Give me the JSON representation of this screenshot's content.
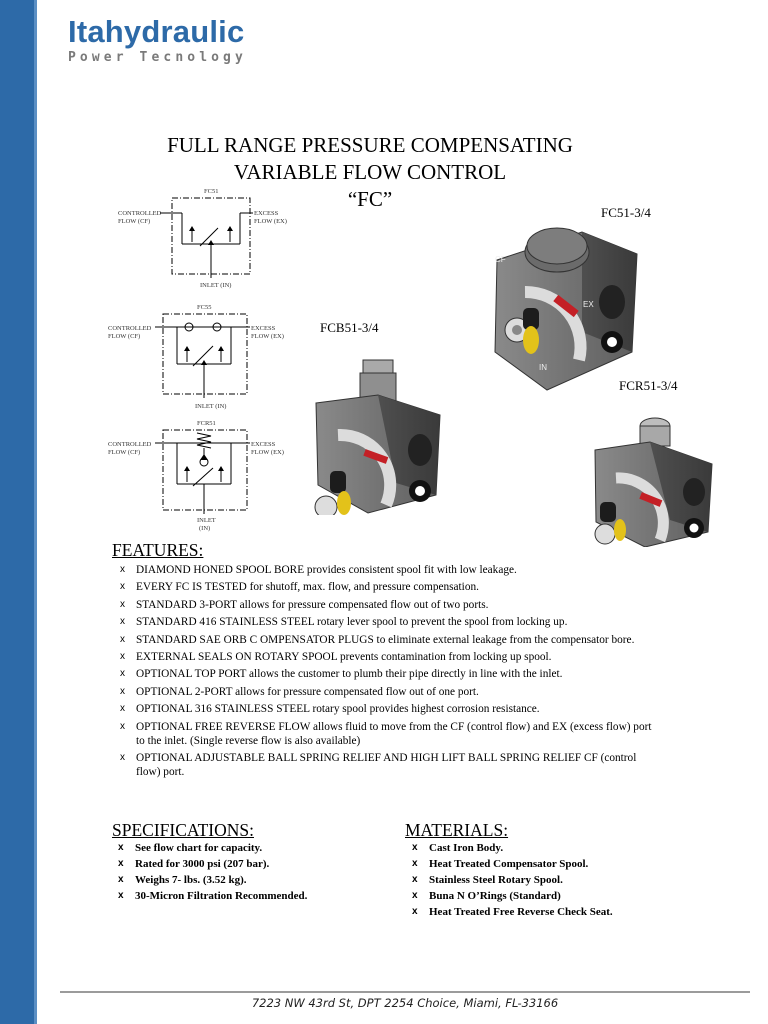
{
  "brand": {
    "name": "Itahydraulic",
    "tagline": "Power Tecnology",
    "color": "#2d6aa8"
  },
  "title": {
    "line1": "FULL RANGE PRESSURE COMPENSATING",
    "line2": "VARIABLE FLOW CONTROL",
    "line3": "“FC”"
  },
  "diagrams": [
    {
      "model": "FC51",
      "left_label_1": "CONTROLLED",
      "left_label_2": "FLOW (CF)",
      "right_label_1": "EXCESS",
      "right_label_2": "FLOW (EX)",
      "bottom_label": "INLET (IN)"
    },
    {
      "model": "FC55",
      "left_label_1": "CONTROLLED",
      "left_label_2": "FLOW (CF)",
      "right_label_1": "EXCESS",
      "right_label_2": "FLOW (EX)",
      "bottom_label": "INLET (IN)"
    },
    {
      "model": "FCR51",
      "left_label_1": "CONTROLLED",
      "left_label_2": "FLOW (CF)",
      "right_label_1": "EXCESS",
      "right_label_2": "FLOW (EX)",
      "bottom_label_1": "INLET",
      "bottom_label_2": "(IN)"
    }
  ],
  "products": {
    "fc": "FC51-3/4",
    "fcb": "FCB51-3/4",
    "fcr": "FCR51-3/4",
    "body_labels": {
      "cf": "CF",
      "ex": "EX",
      "in": "IN"
    }
  },
  "features": {
    "heading": "FEATURES:",
    "items": [
      "DIAMOND HONED SPOOL BORE provides consistent spool fit with low leakage.",
      "EVERY FC IS TESTED for shutoff, max. flow, and pressure compensation.",
      "STANDARD 3-PORT allows for pressure compensated flow out of two ports.",
      "STANDARD 416 STAINLESS STEEL rotary lever spool to prevent the spool from locking up.",
      "STANDARD SAE ORB C OMPENSATOR PLUGS to eliminate external leakage from the compensator bore.",
      "EXTERNAL SEALS ON ROTARY SPOOL prevents contamination from locking up spool.",
      "OPTIONAL TOP PORT allows the customer to plumb their pipe directly in line with the inlet.",
      "OPTIONAL 2-PORT allows for pressure compensated flow out of one port.",
      "OPTIONAL 316 STAINLESS STEEL rotary spool provides highest corrosion resistance.",
      "OPTIONAL FREE REVERSE FLOW allows fluid to move from the CF (control flow) and EX (excess flow) port to the inlet. (Single reverse flow is also available)",
      "OPTIONAL ADJUSTABLE BALL SPRING RELIEF AND HIGH LIFT BALL SPRING RELIEF CF (control flow) port."
    ]
  },
  "specifications": {
    "heading": "SPECIFICATIONS:",
    "items": [
      "See flow chart for capacity.",
      "Rated for 3000 psi (207 bar).",
      "Weighs 7- lbs. (3.52 kg).",
      "30-Micron Filtration Recommended."
    ]
  },
  "materials": {
    "heading": "MATERIALS:",
    "items": [
      "Cast Iron Body.",
      "Heat Treated Compensator Spool.",
      "Stainless Steel Rotary Spool.",
      "Buna N O’Rings (Standard)",
      "Heat Treated Free Reverse Check Seat."
    ]
  },
  "bullet": "x",
  "footer": "7223 NW 43rd St, DPT 2254 Choice, Miami, FL-33166"
}
